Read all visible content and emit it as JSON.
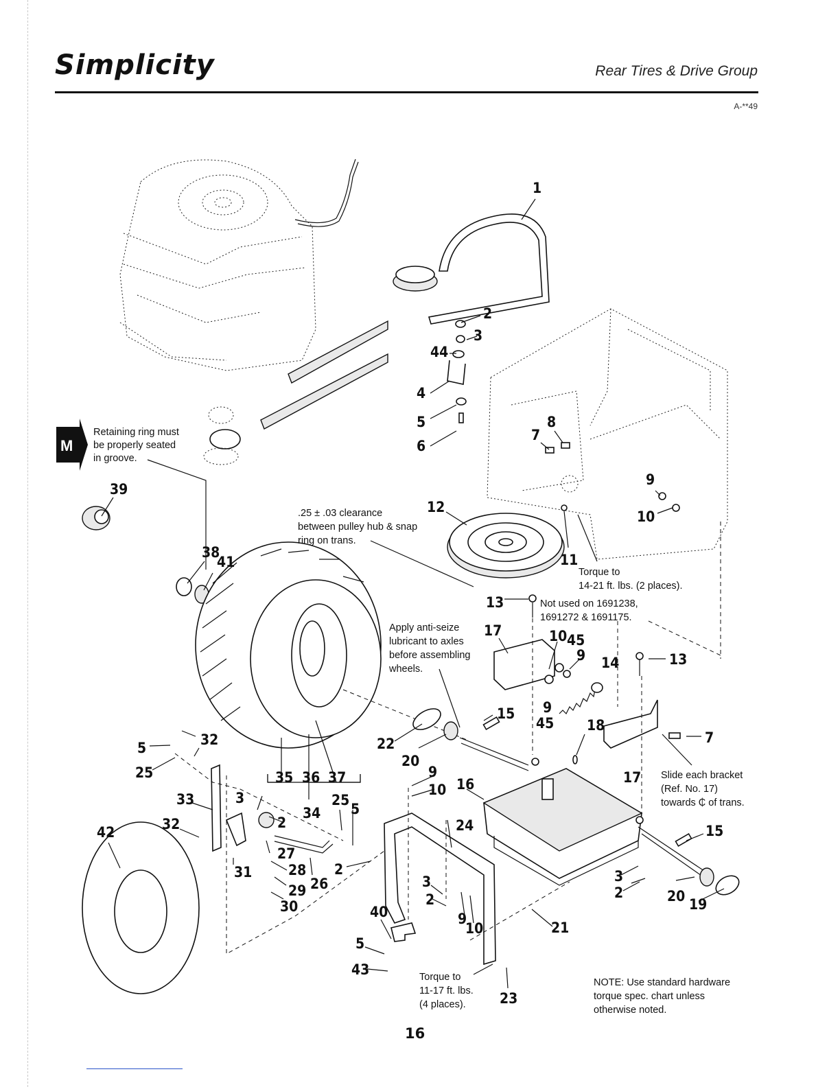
{
  "header": {
    "brand": "Simplicity",
    "section_title": "Rear Tires & Drive Group",
    "doc_code": "A-**49"
  },
  "notes": {
    "m_badge": "M",
    "retaining_ring": [
      "Retaining ring must",
      "be properly seated",
      "in groove."
    ],
    "clearance": [
      ".25 ± .03 clearance",
      "between pulley hub & snap",
      "ring on trans."
    ],
    "torque_14_21": [
      "Torque to",
      "14-21 ft. lbs. (2 places)."
    ],
    "not_used_on": [
      "Not used on 1691238,",
      "1691272 & 1691175."
    ],
    "anti_seize": [
      "Apply anti-seize",
      "lubricant to axles",
      "before assembling",
      "wheels."
    ],
    "slide_bracket": [
      "Slide each bracket",
      "(Ref. No. 17)",
      "towards ₵ of trans."
    ],
    "torque_11_17": [
      "Torque to",
      "11-17 ft. lbs.",
      "(4 places)."
    ],
    "hardware_note": [
      "NOTE: Use standard hardware",
      "torque spec. chart unless",
      "otherwise noted."
    ]
  },
  "callouts": [
    "1",
    "2",
    "3",
    "44",
    "4",
    "5",
    "6",
    "7",
    "8",
    "9",
    "10",
    "12",
    "11",
    "39",
    "38",
    "41",
    "13",
    "17",
    "10",
    "45",
    "9",
    "14",
    "13",
    "15",
    "18",
    "9",
    "45",
    "7",
    "5",
    "32",
    "22",
    "20",
    "25",
    "35",
    "36",
    "37",
    "34",
    "9",
    "10",
    "16",
    "33",
    "3",
    "25",
    "5",
    "17",
    "42",
    "32",
    "2",
    "24",
    "15",
    "27",
    "28",
    "26",
    "2",
    "31",
    "29",
    "30",
    "3",
    "2",
    "9",
    "10",
    "3",
    "2",
    "20",
    "19",
    "40",
    "21",
    "5",
    "43",
    "23"
  ],
  "footer": {
    "page_number": "16"
  }
}
